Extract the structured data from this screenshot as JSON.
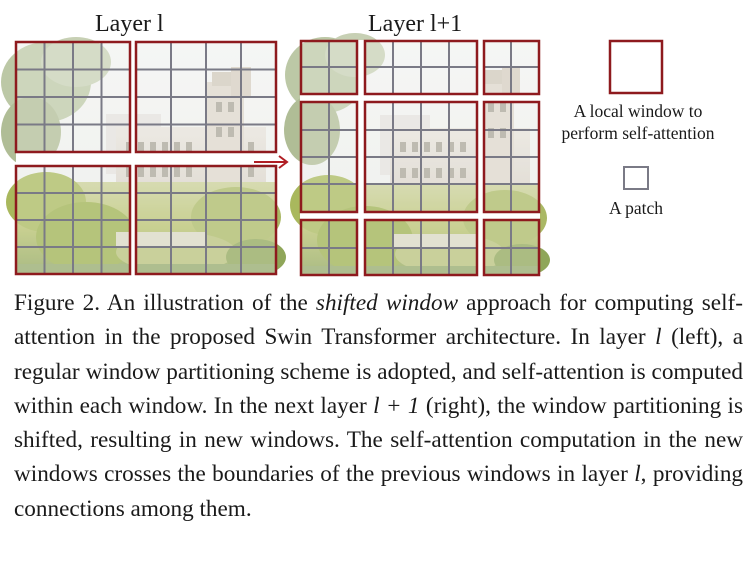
{
  "diagram": {
    "left_label": "Layer l",
    "right_label": "Layer l+1",
    "legend_window_text": [
      "A local window to",
      "perform self-attention"
    ],
    "legend_patch_text": "A patch",
    "colors": {
      "window_border": "#8e1a1e",
      "patch_grid": "#7a7a86",
      "arrow": "#b01e24"
    }
  },
  "caption": {
    "prefix": "Figure 2. An illustration of the ",
    "emph": "shifted window",
    "middle1": " approach for computing self-attention in the proposed Swin Transformer architecture. In layer ",
    "var_l": "l",
    "middle2": " (left), a regular window partitioning scheme is adopted, and self-attention is computed within each window. In the next layer ",
    "var_l1": "l + 1",
    "middle3": " (right), the window partitioning is shifted, resulting in new windows. The self-attention computation in the new windows crosses the boundaries of the previous windows in layer ",
    "var_l2": "l",
    "suffix": ", providing connections among them."
  }
}
